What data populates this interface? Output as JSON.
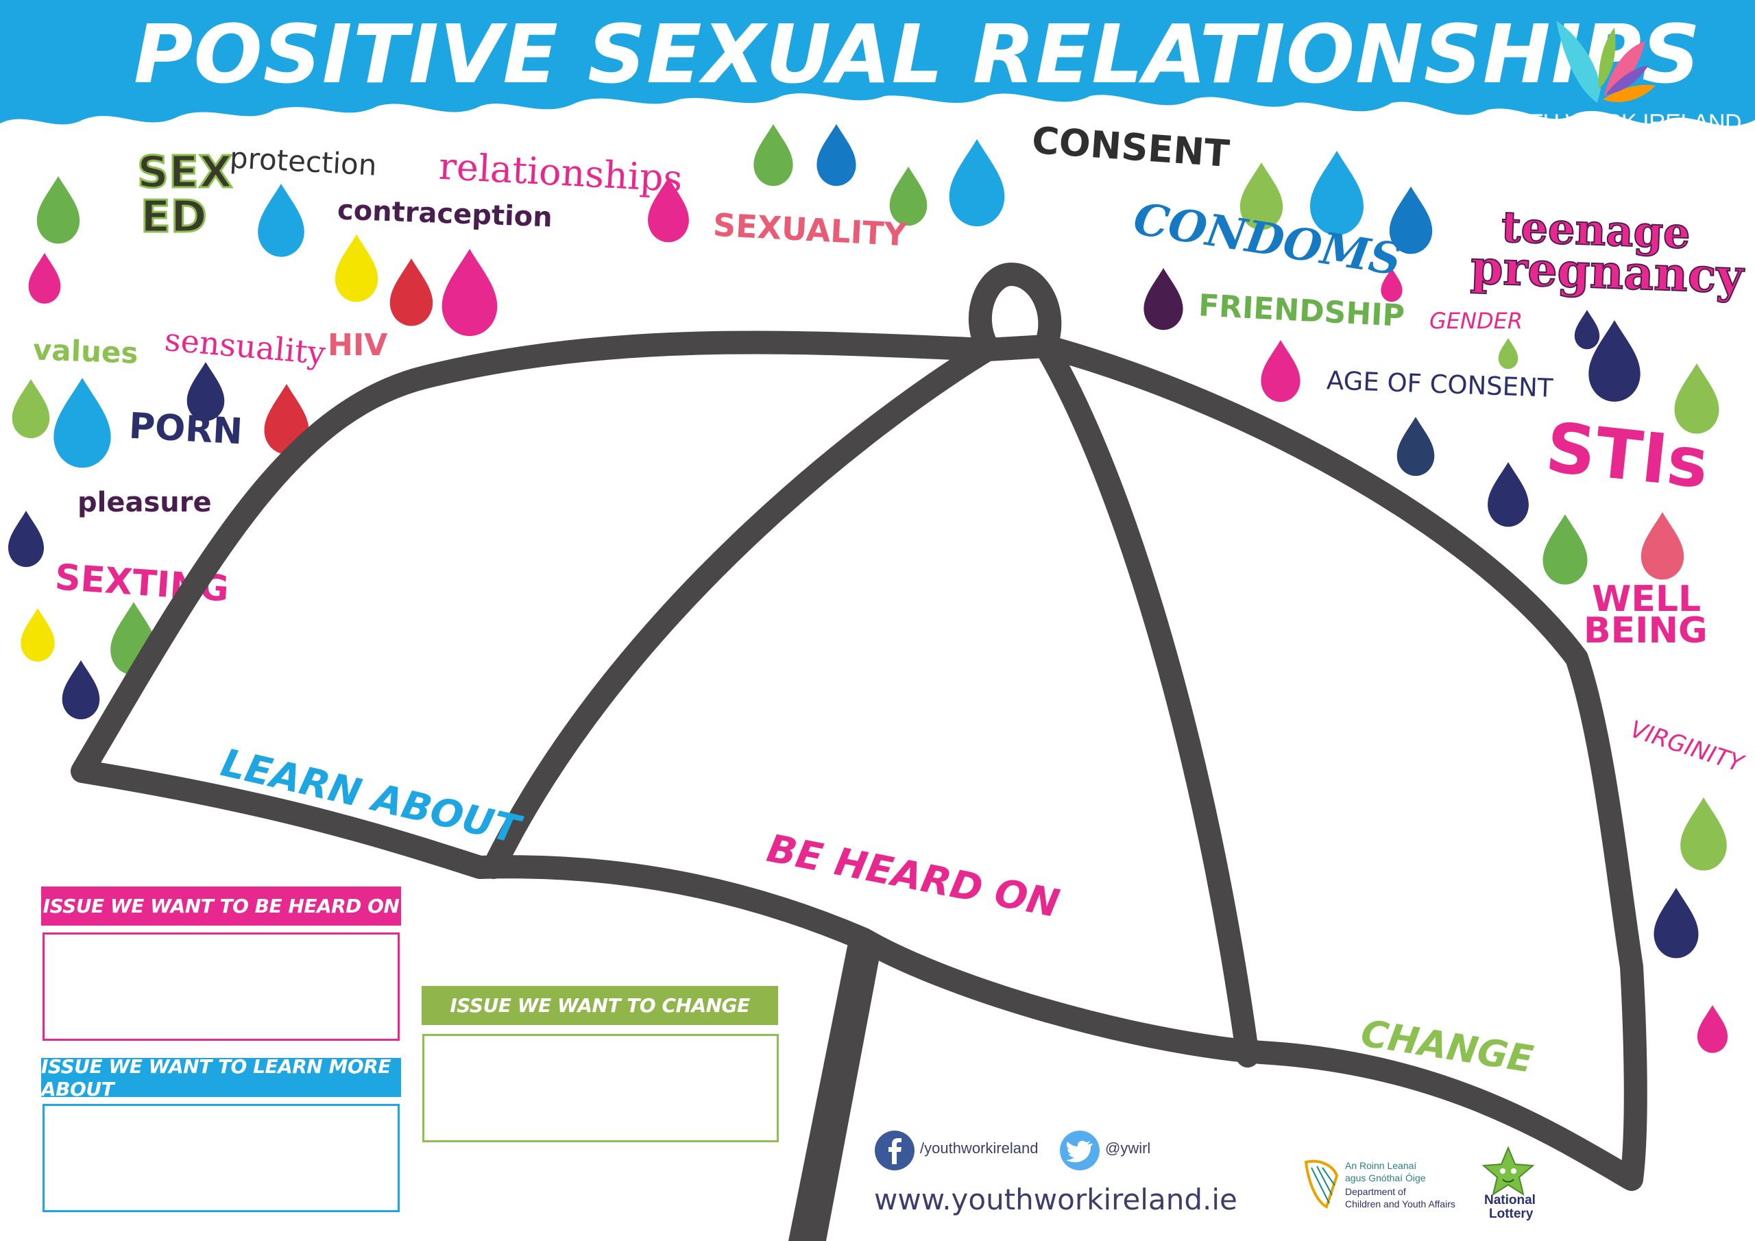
{
  "title": "POSITIVE SEXUAL RELATIONSHIPS",
  "brand": {
    "name": "YOUTH WORK IRELAND"
  },
  "colors": {
    "sky_blue": "#1ea6e3",
    "umbrella": "#4a4748",
    "pink": "#e6288f",
    "green": "#6ab04c",
    "lime": "#8cc152",
    "navy": "#2b2f6b",
    "dark_purple": "#4a1d4f",
    "red": "#d9313e",
    "yellow": "#f5e400",
    "blue": "#1679c4"
  },
  "words": {
    "sex_ed_line1": "SEX",
    "sex_ed_line2": "ED",
    "protection": "protection",
    "relationships": "relationships",
    "contraception": "contraception",
    "sexuality": "SEXUALITY",
    "consent": "CONSENT",
    "condoms": "CONDOMS",
    "teenage": "teenage",
    "pregnancy": "pregnancy",
    "friendship": "FRIENDSHIP",
    "gender": "GENDER",
    "age_of_consent": "AGE OF CONSENT",
    "values": "values",
    "sensuality": "sensuality",
    "hiv": "HIV",
    "porn": "PORN",
    "pleasure": "pleasure",
    "sexting": "SEXTING",
    "stis": "STIs",
    "well": "WELL",
    "being": "BEING",
    "virginity": "VIRGINITY"
  },
  "umbrella_labels": {
    "learn_about": "LEARN ABOUT",
    "be_heard_on": "BE HEARD ON",
    "change": "CHANGE"
  },
  "boxes": {
    "heard": "ISSUE WE  WANT TO BE HEARD ON",
    "learn": "ISSUE WE WANT TO LEARN MORE ABOUT",
    "change": "ISSUE WE  WANT TO CHANGE"
  },
  "footer": {
    "facebook": "/youthworkireland",
    "twitter": "@ywirl",
    "website": "www.youthworkireland.ie",
    "dept_line1": "An Roinn Leanaí",
    "dept_line2": "agus Gnóthaí Óige",
    "dept_line3": "Department of",
    "dept_line4": "Children and Youth Affairs",
    "lottery_line1": "National",
    "lottery_line2": "Lottery"
  },
  "icons": [
    "facebook-icon",
    "twitter-icon",
    "harp-icon",
    "lottery-star-icon",
    "butterfly-logo-icon",
    "raindrop-icon"
  ]
}
